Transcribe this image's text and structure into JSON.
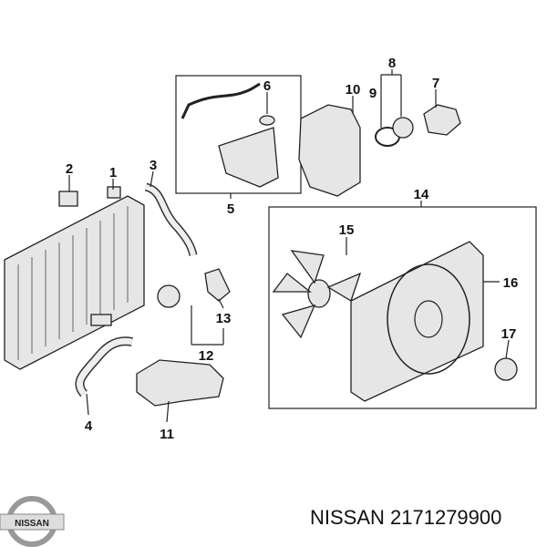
{
  "diagram": {
    "callouts": {
      "c1": "1",
      "c2": "2",
      "c3": "3",
      "c4": "4",
      "c5": "5",
      "c6": "6",
      "c7": "7",
      "c8": "8",
      "c9": "9",
      "c10": "10",
      "c11": "11",
      "c12": "12",
      "c13": "13",
      "c14": "14",
      "c15": "15",
      "c16": "16",
      "c17": "17"
    }
  },
  "footer": {
    "logo_text": "NISSAN",
    "part_number": "NISSAN 2171279900"
  }
}
